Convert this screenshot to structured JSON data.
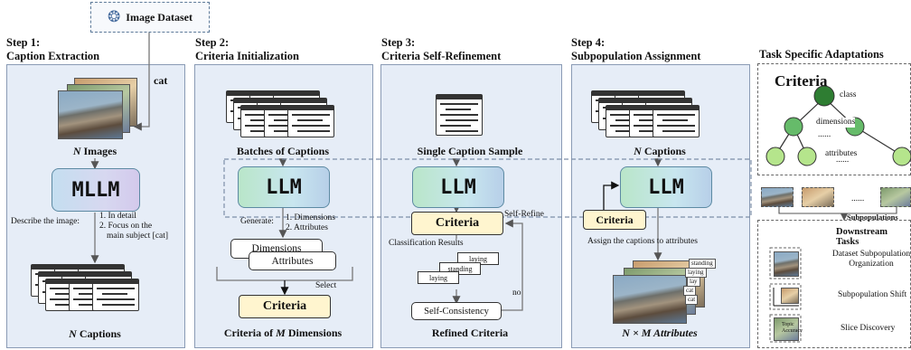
{
  "dataset": {
    "label": "Image Dataset",
    "edge_label": "cat"
  },
  "step1": {
    "title": "Step 1:",
    "subtitle": "Caption Extraction",
    "n_images_prefix": "N",
    "n_images_suffix": " Images",
    "mllm": "MLLM",
    "prompt_label": "Describe the image:",
    "prompt_item1": "1. In detail",
    "prompt_item2": "2. Focus on the",
    "prompt_item3": "main subject [cat]",
    "n_captions_prefix": "N",
    "n_captions_suffix": " Captions"
  },
  "step2": {
    "title": "Step 2:",
    "subtitle": "Criteria Initialization",
    "batches": "Batches of Captions",
    "llm": "LLM",
    "generate_label": "Generate:",
    "gen_item1": "1. Dimensions",
    "gen_item2": "2. Attributes",
    "dimensions": "Dimensions",
    "attributes": "Attributes",
    "select": "Select",
    "criteria": "Criteria",
    "result_prefix": "Criteria of ",
    "result_var": "M",
    "result_suffix": " Dimensions"
  },
  "step3": {
    "title": "Step 3:",
    "subtitle": "Criteria Self-Refinement",
    "single": "Single Caption Sample",
    "llm": "LLM",
    "criteria": "Criteria",
    "self_refine": "Self-Refine",
    "classification": "Classification Results",
    "labels": [
      "laying",
      "standing",
      "laying"
    ],
    "self_consistency": "Self-Consistency",
    "no": "no",
    "refined": "Refined Criteria"
  },
  "step4": {
    "title": "Step 4:",
    "subtitle": "Subpopulation Assignment",
    "n_captions_prefix": "N",
    "n_captions_suffix": " Captions",
    "llm": "LLM",
    "criteria": "Criteria",
    "assign": "Assign the captions to attributes",
    "result": "N × M Attributes",
    "tags": [
      "standing",
      "laying",
      "lay",
      "cat",
      "cat"
    ]
  },
  "adapt": {
    "title": "Task Specific Adaptations",
    "criteria": "Criteria",
    "class": "class",
    "dimensions": "dimensions",
    "dots": "......",
    "attributes": "attributes",
    "subpops": "Subpopulations",
    "downstream": "Downstream Tasks",
    "task1a": "Dataset Subpopulation",
    "task1b": "Organization",
    "task2": "Subpopulation Shift",
    "task3": "Slice Discovery",
    "topic": "Topic",
    "accuracy": "Accuracy"
  },
  "colors": {
    "panel": "#e6edf7",
    "criteria_fill": "#fff5cf",
    "tree_root": "#2e7d32",
    "tree_mid": "#66bb6a",
    "tree_leaf": "#b5e58c"
  }
}
